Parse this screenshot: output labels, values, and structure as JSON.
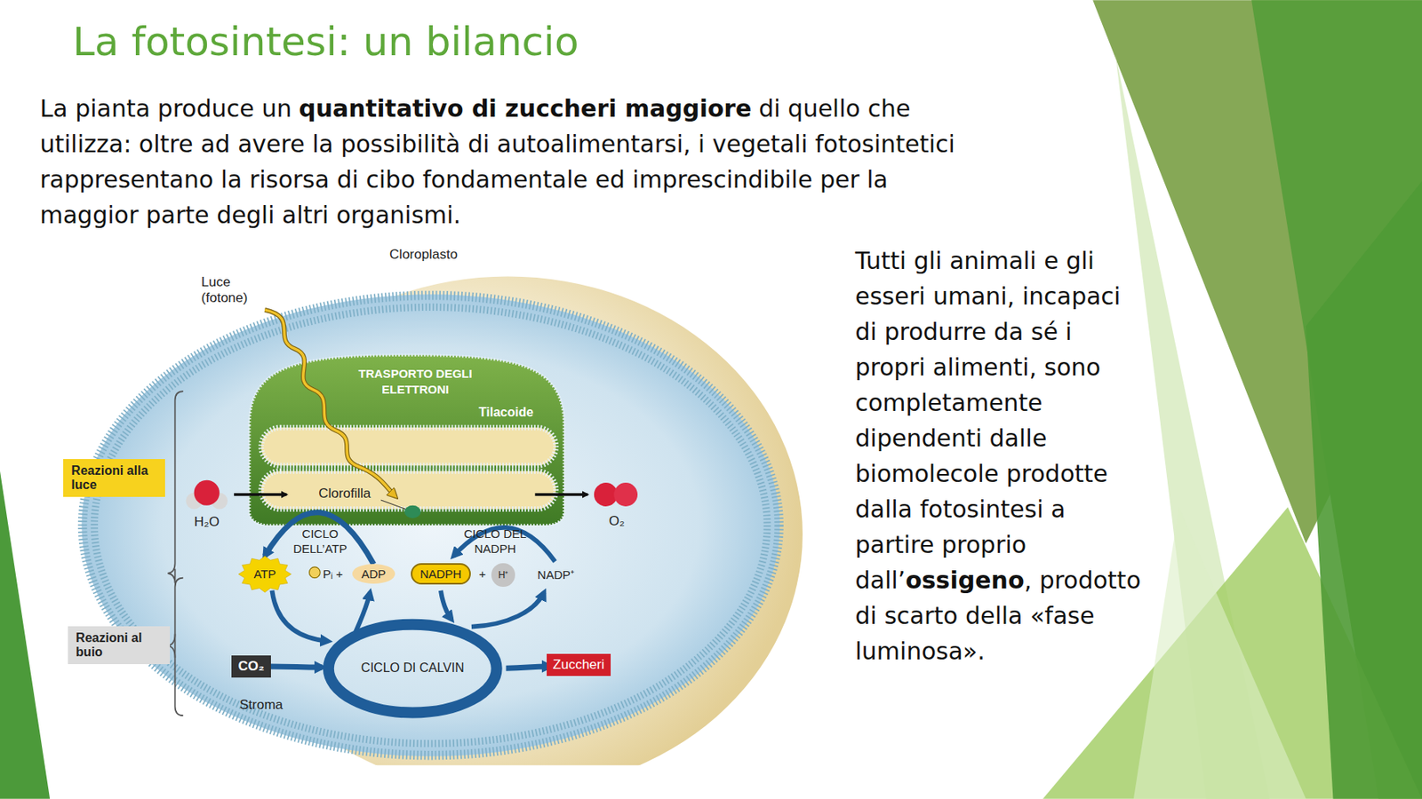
{
  "diagram": {
    "title": "La fotosintesi: un bilancio",
    "nodes": [
      {
        "text": [
          "Reazioni alla luce"
        ]
      },
      {
        "text": [
          "Reazioni al buio"
        ]
      },
      {
        "text": [
          "ATP"
        ]
      },
      {
        "text": [
          "ADP"
        ]
      },
      {
        "text": [
          "NADPH"
        ]
      },
      {
        "text": [
          "H⁺"
        ]
      },
      {
        "text": [
          "CO₂"
        ]
      },
      {
        "text": [
          "CICLO DI CALVIN"
        ]
      },
      {
        "text": [
          "Zuccheri"
        ]
      }
    ],
    "edges": [
      {
        "from": 6,
        "to": 7,
        "arrow": "to"
      },
      {
        "from": 7,
        "to": 8,
        "arrow": "to"
      },
      {
        "from": 3,
        "to": 2,
        "arrow": "to"
      }
    ],
    "labels": [
      "Cloroplasto",
      "Luce (fotone)",
      "TRASPORTO DEGLI ELETTRONI",
      "Tilacoide",
      "Clorofilla",
      "H₂O",
      "O₂",
      "CICLO DELL’ATP",
      "CICLO DEL NADPH",
      "Pᵢ +",
      "+",
      "NADP⁺",
      "Stroma",
      "La pianta produce un",
      "quantitativo di zuccheri maggiore",
      "di quello che utilizza: oltre ad avere la possibilità di autoalimentarsi, i vegetali fotosintetici rappresentano la risorsa di cibo fondamentale ed imprescindibile per la maggior parte degli altri organismi.",
      "Tutti gli animali e gli esseri umani, incapaci di produrre da sé i propri alimenti, sono completamente dipendenti dalle biomolecole prodotte dalla fotosintesi a partire proprio dall’",
      "ossigeno",
      ", prodotto di scarto della «fase luminosa»."
    ]
  }
}
